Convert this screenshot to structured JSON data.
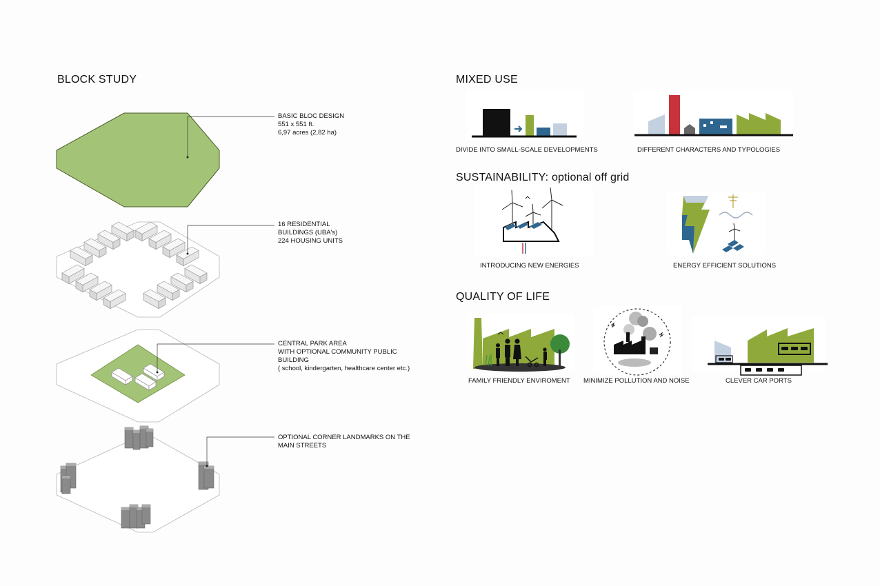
{
  "block_study": {
    "title": "BLOCK STUDY",
    "items": [
      {
        "lines": [
          "BASIC BLOC DESIGN",
          "551 x 551 ft.",
          "6,97 acres (2,82 ha)"
        ]
      },
      {
        "lines": [
          "16 RESIDENTIAL",
          "BUILDINGS (UBA's)",
          "224 HOUSING UNITS"
        ]
      },
      {
        "lines": [
          "CENTRAL PARK AREA",
          "WITH OPTIONAL COMMUNITY PUBLIC",
          "BUILDING",
          "( school, kindergarten, healthcare center etc.)"
        ]
      },
      {
        "lines": [
          "OPTIONAL CORNER LANDMARKS ON THE",
          "MAIN STREETS"
        ]
      }
    ]
  },
  "mixed_use": {
    "title": "MIXED USE",
    "captions": [
      "DIVIDE INTO SMALL-SCALE DEVELOPMENTS",
      "DIFFERENT CHARACTERS AND TYPOLOGIES"
    ]
  },
  "sustainability": {
    "title": "SUSTAINABILITY: optional off grid",
    "captions": [
      "INTRODUCING NEW ENERGIES",
      "ENERGY EFFICIENT SOLUTIONS"
    ]
  },
  "quality_of_life": {
    "title": "QUALITY OF LIFE",
    "captions": [
      "FAMILY FRIENDLY ENVIROMENT",
      "MINIMIZE POLLUTION AND NOISE",
      "CLEVER CAR PORTS"
    ]
  },
  "colors": {
    "green": "#a3c477",
    "olive": "#8faa3a",
    "red": "#c8323a",
    "blue": "#2e6690",
    "light_blue": "#c3d0e0",
    "black": "#111111",
    "grey_landmark": "#8a8a8a"
  }
}
